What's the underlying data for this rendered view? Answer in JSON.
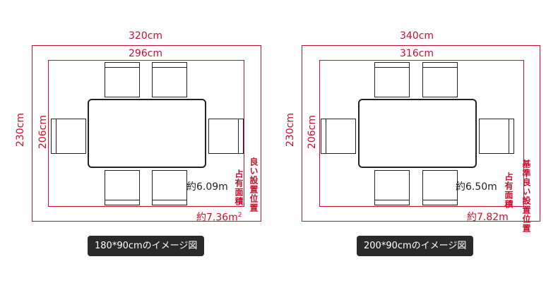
{
  "left": {
    "outer_width": "320cm",
    "inner_width": "296cm",
    "outer_height": "230cm",
    "inner_height": "206cm",
    "area_occupied": "約6.09m",
    "area_recommended": "約7.36m",
    "area_recommended_sup": "2",
    "label_occupied": "占有面積",
    "label_recommended": "良い設置位置",
    "caption": "180*90cmのイメージ図"
  },
  "right": {
    "outer_width": "340cm",
    "inner_width": "316cm",
    "outer_height": "230cm",
    "inner_height": "206cm",
    "area_occupied": "約6.50m",
    "area_recommended": "約7.82m",
    "label_occupied": "占有面積",
    "label_recommended": "基準良い設置位置",
    "caption": "200*90cmのイメージ図"
  },
  "colors": {
    "dimension": "#c8102e",
    "furniture": "#222222",
    "caption_bg": "#2a2a2a"
  }
}
